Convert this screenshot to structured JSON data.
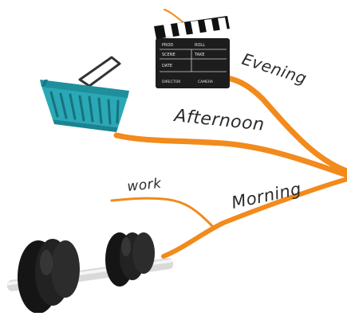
{
  "branches": {
    "evening": "Evening",
    "afternoon": "Afternoon",
    "work": "work",
    "morning": "Morning"
  },
  "icons": {
    "evening": "clapperboard-icon",
    "afternoon": "shopping-basket-icon",
    "morning": "dumbbell-icon"
  },
  "clapperboard_text": {
    "prod": "PROD",
    "roll": "ROLL",
    "scene": "SCENE",
    "take": "TAKE",
    "date": "DATE",
    "director": "DIRECTOR",
    "camera": "CAMERA"
  },
  "colors": {
    "branch": "#f28a1c",
    "basket": "#2aa8b5",
    "text": "#2b2b2b"
  }
}
